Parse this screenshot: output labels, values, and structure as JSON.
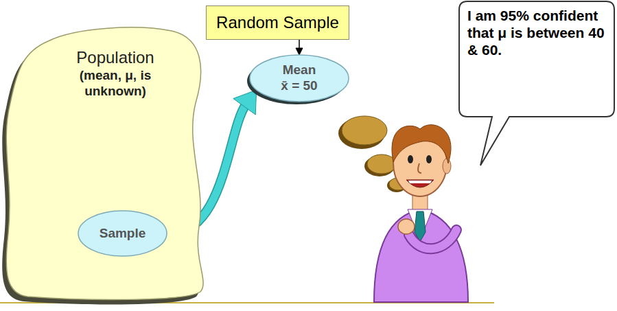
{
  "diagram": {
    "nodes": [
      {
        "text": [
          "Population",
          "(mean, μ, is unknown)"
        ]
      },
      {
        "text": [
          "Sample"
        ],
        "in": 0
      },
      {
        "text": [
          "Random Sample"
        ]
      },
      {
        "text": [
          "Mean",
          "x̄ = 50"
        ]
      },
      {
        "text": [
          "I am 95% confident that μ is between 40 & 60."
        ]
      }
    ],
    "edges": [
      {
        "from": 2,
        "to": 3,
        "arrow": "to"
      },
      {
        "from": 1,
        "to": 3,
        "arrow": "to"
      }
    ]
  }
}
